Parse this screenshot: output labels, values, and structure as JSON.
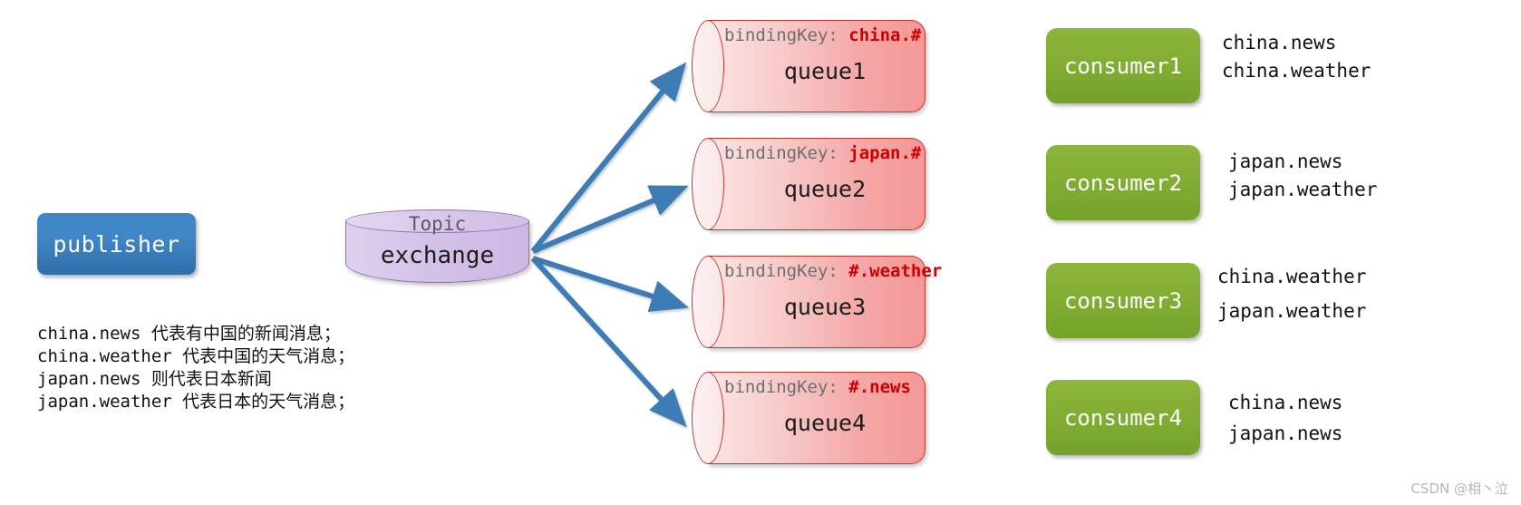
{
  "diagram": {
    "title": "RabbitMQ Topic Exchange routing diagram",
    "colors": {
      "publisher": "#3f86c6",
      "exchange": "#d3c2e8",
      "queue": "#f5a8a8",
      "queue_border": "#c0392b",
      "consumer": "#82ae33",
      "arrow": "#3d7cb4",
      "binding_key_value": "#cc0000",
      "binding_key_label": "#6e6e6e"
    }
  },
  "publisher": {
    "label": "publisher"
  },
  "exchange": {
    "type_label": "Topic",
    "label": "exchange"
  },
  "queues": [
    {
      "binding_label": "bindingKey:",
      "binding_value": "china.#",
      "name": "queue1"
    },
    {
      "binding_label": "bindingKey:",
      "binding_value": "japan.#",
      "name": "queue2"
    },
    {
      "binding_label": "bindingKey:",
      "binding_value": "#.weather",
      "name": "queue3"
    },
    {
      "binding_label": "bindingKey:",
      "binding_value": "#.news",
      "name": "queue4"
    }
  ],
  "consumers": [
    {
      "label": "consumer1",
      "routing_keys": [
        "china.news",
        "china.weather"
      ]
    },
    {
      "label": "consumer2",
      "routing_keys": [
        "japan.news",
        "japan.weather"
      ]
    },
    {
      "label": "consumer3",
      "routing_keys": [
        "china.weather",
        "japan.weather"
      ]
    },
    {
      "label": "consumer4",
      "routing_keys": [
        "china.news",
        "japan.news"
      ]
    }
  ],
  "legend": {
    "lines": [
      "china.news 代表有中国的新闻消息；",
      "china.weather 代表中国的天气消息；",
      "japan.news 则代表日本新闻",
      "japan.weather 代表日本的天气消息；"
    ]
  },
  "watermark": {
    "text": "CSDN @相丶泣"
  }
}
